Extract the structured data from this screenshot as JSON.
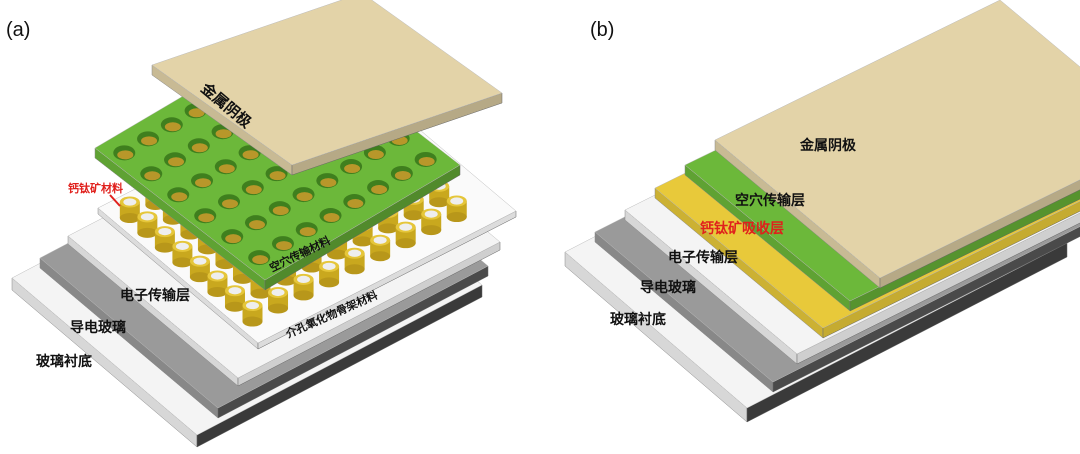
{
  "panel_a": {
    "label": "(a)",
    "layers": {
      "cathode": "金属阴极",
      "hole_transport": "空穴传输材料",
      "perovskite": "钙钛矿材料",
      "mesoporous": "介孔氧化物骨架材料",
      "electron_transport": "电子传输层",
      "conductive_glass": "导电玻璃",
      "glass_substrate": "玻璃衬底"
    }
  },
  "panel_b": {
    "label": "(b)",
    "layers": {
      "cathode": "金属阴极",
      "hole_transport": "空穴传输层",
      "perovskite": "钙钛矿吸收层",
      "electron_transport": "电子传输层",
      "conductive_glass": "导电玻璃",
      "glass_substrate": "玻璃衬底"
    }
  },
  "colors": {
    "cathode": "#e3d3a8",
    "hole_transport": "#6cb83a",
    "perovskite": "#e8c93a",
    "perovskite_label": "#e0201c",
    "white_layer": "#f4f4f4",
    "conductive_glass": "#9a9a9a"
  }
}
